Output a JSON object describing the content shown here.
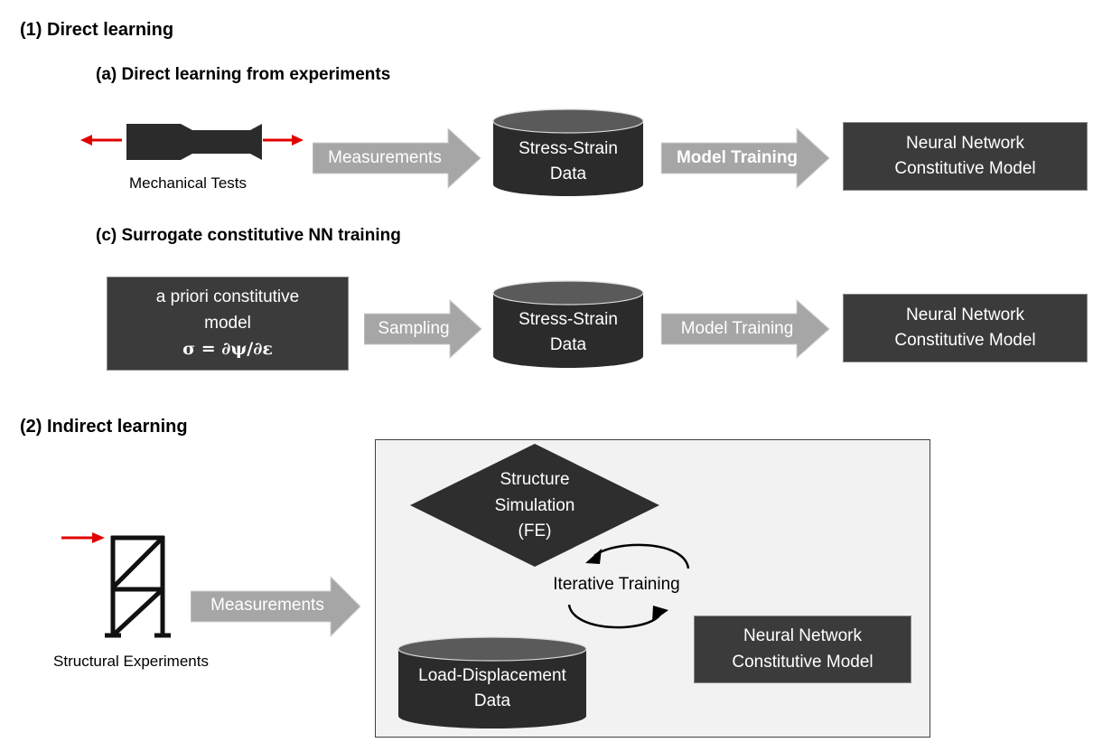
{
  "section1": {
    "title": "(1) Direct learning",
    "a": {
      "title": "(a) Direct learning from experiments",
      "caption": "Mechanical Tests",
      "arrow1": "Measurements",
      "data_line1": "Stress-Strain",
      "data_line2": "Data",
      "arrow2": "Model Training",
      "model_line1": "Neural Network",
      "model_line2": "Constitutive Model"
    },
    "c": {
      "title": "(c) Surrogate constitutive NN training",
      "prior_line1": "a priori constitutive",
      "prior_line2": "model",
      "prior_formula": "σ = ∂ψ/∂ε",
      "arrow1": "Sampling",
      "data_line1": "Stress-Strain",
      "data_line2": "Data",
      "arrow2": "Model Training",
      "model_line1": "Neural Network",
      "model_line2": "Constitutive Model"
    }
  },
  "section2": {
    "title": "(2) Indirect learning",
    "caption": "Structural Experiments",
    "arrow1": "Measurements",
    "sim_line1": "Structure",
    "sim_line2": "Simulation",
    "sim_line3": "(FE)",
    "loop_label": "Iterative Training",
    "data_line1": "Load-Displacement",
    "data_line2": "Data",
    "model_line1": "Neural Network",
    "model_line2": "Constitutive Model"
  },
  "colors": {
    "dark_fill": "#3b3b3b",
    "arrow_fill": "#a6a6a6",
    "force_arrow": "#e00000",
    "frame_bg": "#f2f2f2"
  }
}
